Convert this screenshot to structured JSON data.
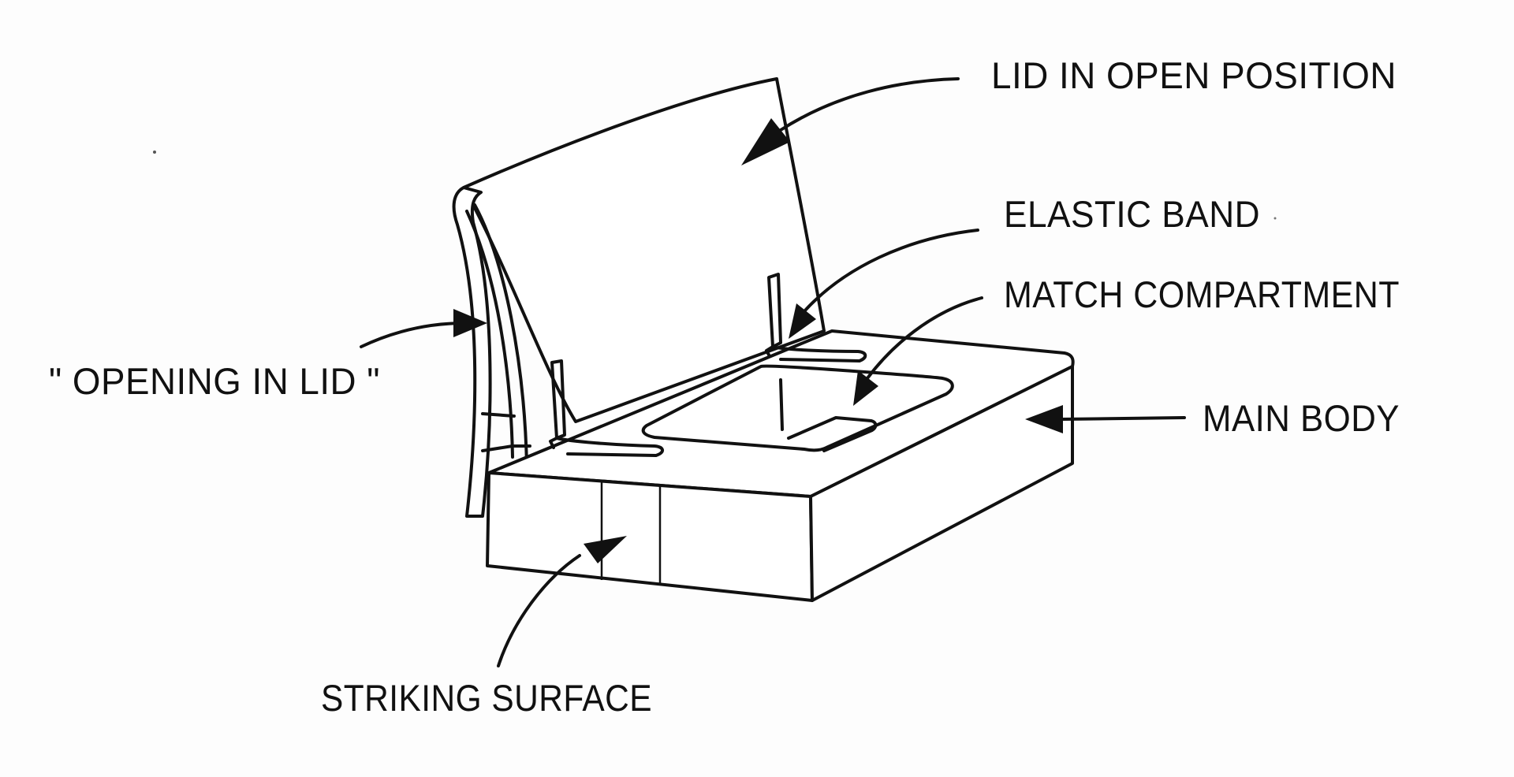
{
  "diagram": {
    "labels": {
      "lid_open": "LID IN OPEN POSITION",
      "elastic_band": "ELASTIC BAND",
      "match_compartment": "MATCH COMPARTMENT",
      "main_body": "MAIN BODY",
      "opening_in_lid": "\" OPENING IN LID \"",
      "striking_surface": "STRIKING SURFACE"
    },
    "colors": {
      "ink": "#111111",
      "paper": "#fdfdfd"
    }
  }
}
